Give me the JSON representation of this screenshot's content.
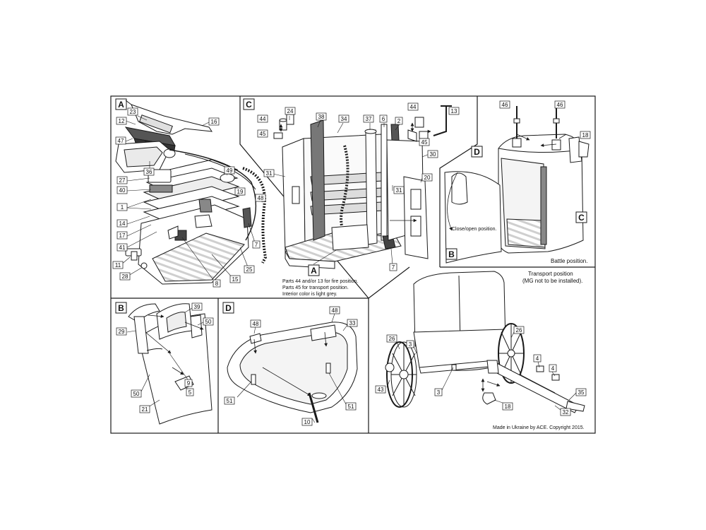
{
  "panels": {
    "A": {
      "letter": "A"
    },
    "B": {
      "letter": "B"
    },
    "C": {
      "letter": "C"
    },
    "D": {
      "letter": "D"
    },
    "E": {
      "letter": ""
    }
  },
  "sub_markers": {
    "c_a": "A",
    "e_b": "B",
    "e_c": "C",
    "e_d": "D"
  },
  "notes": {
    "fire_position": "Parts 44 and/or 13 for fire position.",
    "transport_parts": "Parts 45 for transport position.",
    "interior_color": "Interior color is light grey.",
    "close_open": "Close/open position.",
    "battle": "Battle position.",
    "transport_title": "Transport position",
    "mg_note": "(MG not to be installed).",
    "copyright": "Made in Ukraine by ACE. Copyright 2015."
  },
  "part_labels": {
    "a_23": "23",
    "a_12": "12",
    "a_16": "16",
    "a_47": "47",
    "a_36": "36",
    "a_27": "27",
    "a_40": "40",
    "a_1": "1",
    "a_14": "14",
    "a_17": "17",
    "a_41": "41",
    "a_11": "11",
    "a_28": "28",
    "a_49": "49",
    "a_19": "19",
    "a_48": "48",
    "a_7": "7",
    "a_25": "25",
    "a_15": "15",
    "a_8": "8",
    "c_44": "44",
    "c_45": "45",
    "c_24": "24",
    "c_38": "38",
    "c_34": "34",
    "c_37": "37",
    "c_6": "6",
    "c_2": "2",
    "c_44b": "44",
    "c_45b": "45",
    "c_13": "13",
    "c_30": "30",
    "c_31": "31",
    "c_31b": "31",
    "c_20": "20",
    "c_7": "7",
    "e_46": "46",
    "e_46b": "46",
    "e_18": "18",
    "b_39": "39",
    "b_29": "29",
    "b_50": "50",
    "b_9": "9",
    "b_5": "5",
    "b_50b": "50",
    "b_21": "21",
    "d_48": "48",
    "d_48b": "48",
    "d_33": "33",
    "d_51": "51",
    "d_51b": "51",
    "d_10": "10",
    "t_26": "26",
    "t_26b": "26",
    "t_3": "3",
    "t_3b": "3",
    "t_43": "43",
    "t_4": "4",
    "t_4b": "4",
    "t_35": "35",
    "t_18": "18",
    "t_32": "32"
  },
  "colors": {
    "line": "#1a1a1a",
    "part_fill": "#ffffff",
    "highlight": "#7a7a7a",
    "dark": "#3a3a3a",
    "light": "#e8e8e8"
  }
}
